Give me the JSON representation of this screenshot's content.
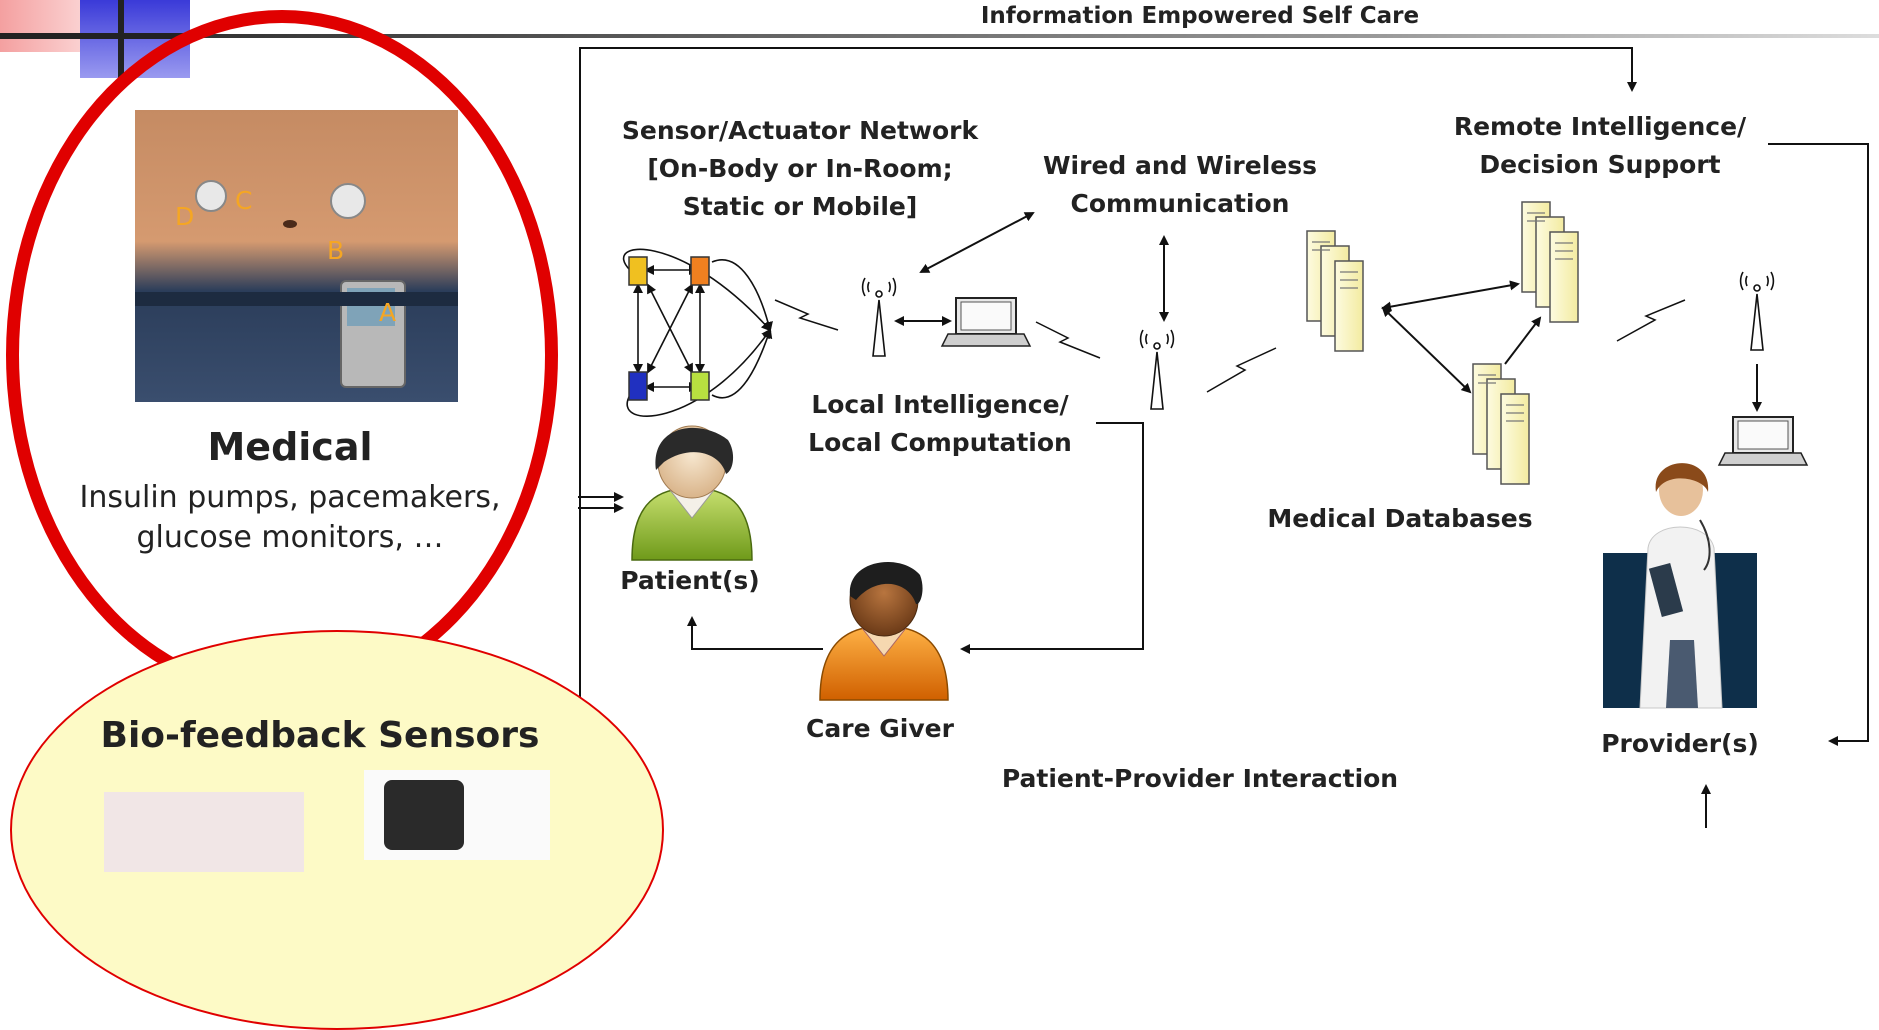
{
  "top_label": "Information Empowered Self Care",
  "sensor_network": {
    "line1": "Sensor/Actuator Network",
    "line2": "[On-Body or In-Room;",
    "line3": "Static or Mobile]"
  },
  "wired_wireless": {
    "line1": "Wired and Wireless",
    "line2": "Communication"
  },
  "remote_intel": {
    "line1": "Remote Intelligence/",
    "line2": "Decision Support"
  },
  "local_intel": {
    "line1": "Local Intelligence/",
    "line2": "Local Computation"
  },
  "medical_databases": "Medical Databases",
  "patient": "Patient(s)",
  "care_giver": "Care Giver",
  "provider": "Provider(s)",
  "interaction": "Patient-Provider Interaction",
  "medical_panel": {
    "title": "Medical",
    "line1": "Insulin pumps, pacemakers,",
    "line2": "glucose monitors, …",
    "photo_labels": [
      "A",
      "B",
      "C",
      "D"
    ]
  },
  "biofeedback_panel": {
    "title": "Bio-feedback Sensors"
  }
}
